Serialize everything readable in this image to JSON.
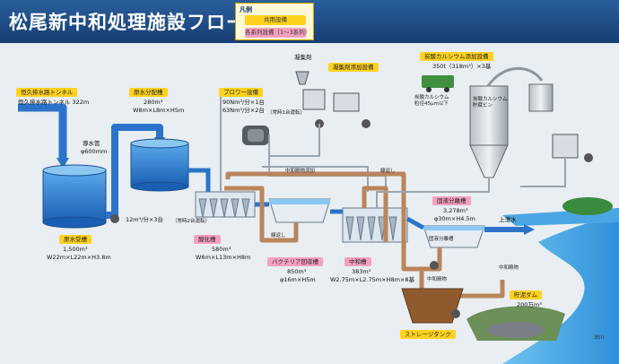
{
  "header": {
    "title": "松尾新中和処理施設フロー"
  },
  "legend": {
    "title": "凡例",
    "common": "共用設備",
    "series": "各系列設備（1～3系列）"
  },
  "colors": {
    "water": "#2b74c9",
    "pipe_brown": "#b9855a",
    "pipe_gray": "#9aa4ad",
    "accent_yellow": "#ffd21f",
    "accent_pink": "#f6a0c0"
  },
  "labels": {
    "tunnel": {
      "name": "恒久排水路トンネル",
      "spec": "恒久排水路トンネル 322m"
    },
    "conduit": {
      "name": "導水管",
      "spec": "φ600mm"
    },
    "raw_tank": {
      "name": "原水受槽",
      "spec1": "1,500m³",
      "spec2": "W22m×L22m×H3.8m"
    },
    "distribution": {
      "name": "原水分配槽",
      "spec1": "280m³",
      "spec2": "W8m×L8m×H5m"
    },
    "pump_rate": "12m³/分×3台",
    "pump_note": "（常時2台運転）",
    "blower": {
      "name": "ブロワー設備",
      "spec1": "90Nm³/分×1台",
      "spec2": "63Nm³/分×2台",
      "note": "（常時1台運転）"
    },
    "coagulant_tank": "凝集剤",
    "coagulant": {
      "name": "凝集剤添加設備"
    },
    "calcium": {
      "name": "炭酸カルシウム添加設備",
      "spec": "350t（318m³）×3基"
    },
    "truck_label": "炭酸カルシウム\n粒径45μm以下",
    "silo_label": "炭酸カルシウム\n貯蔵ビン",
    "sludge_add": "中和殿物添加",
    "return1": "線返し",
    "return2": "線返し",
    "oxidation": {
      "name": "酸化槽",
      "spec1": "580m³",
      "spec2": "W6m×L13m×H8m"
    },
    "bacteria": {
      "name": "バクテリア回収槽",
      "spec1": "850m³",
      "spec2": "φ16m×H5m"
    },
    "neutral": {
      "name": "中和槽",
      "spec1": "383m³",
      "spec2": "W2.75m×L2.75m×H8m×8基"
    },
    "clarifier": {
      "name": "固液分離槽",
      "spec1": "3,278m³",
      "spec2": "φ30m×H4.5m"
    },
    "clarifier_inner": "固液分離槽",
    "supernatant": "上澄水",
    "sludge_label": "中和殿物",
    "sludge_line": "中和殿物",
    "dam": {
      "name": "貯泥ダム",
      "spec": "200万m³"
    },
    "storage": "ストレージタンク",
    "river": "渋川"
  }
}
